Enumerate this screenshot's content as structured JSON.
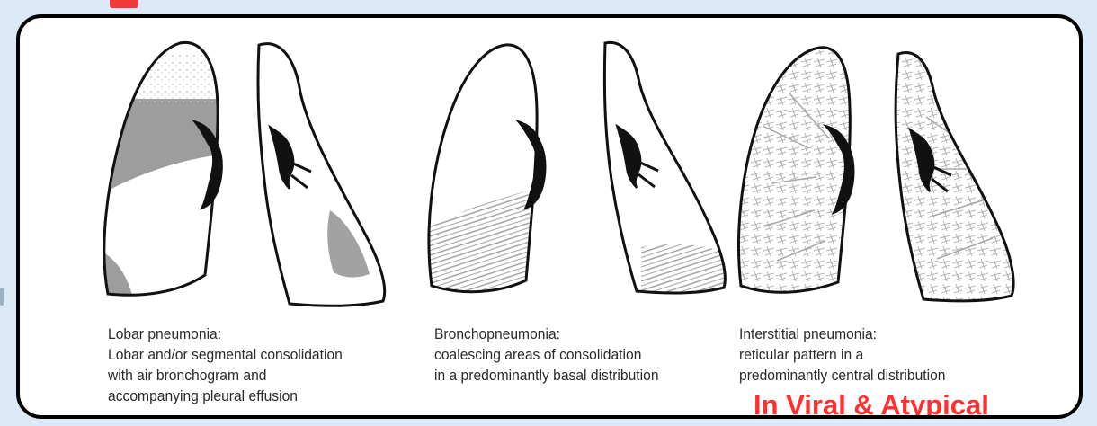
{
  "captions": {
    "lobar": "Lobar pneumonia:\nLobar and/or segmental consolidation\nwith air bronchogram and\naccompanying pleural effusion",
    "broncho": "Bronchopneumonia:\ncoalescing areas of consolidation\nin a predominantly basal distribution",
    "interstitial": "Interstitial pneumonia:\nreticular pattern in a\npredominantly central distribution"
  },
  "highlight": "In Viral & Atypical",
  "colors": {
    "background": "#dce9f7",
    "frame_border": "#000000",
    "highlight_text": "#ff3030",
    "consolidation_fill": "#9d9d9d",
    "outline": "#111111"
  }
}
